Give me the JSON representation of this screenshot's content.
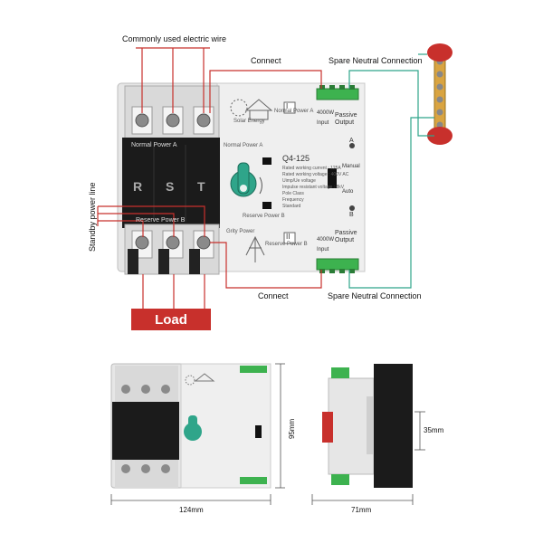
{
  "annotations": {
    "wire": "Commonly used electric wire",
    "connect_top": "Connect",
    "spare_top": "Spare Neutral Connection",
    "standby": "Standby power line",
    "connect_bottom": "Connect",
    "spare_bottom": "Spare Neutral Connection",
    "load": "Load"
  },
  "device": {
    "model": "Q4-125",
    "phases": [
      "R",
      "S",
      "T"
    ],
    "normal_power": "Normal Power A",
    "reserve_power": "Reserve Power B",
    "solar_energy": "Solar Energy",
    "grid_power": "Grity Power",
    "roman_one": "I",
    "roman_two": "II",
    "rating": "4000W",
    "input": "Input",
    "passive_output": "Passive Output",
    "switch_a": "A",
    "switch_b": "B",
    "manual": "Manual",
    "auto": "Auto",
    "spec_lines": [
      "Rated working current : 125A",
      "Rated working voltage : 400V AC",
      "Uimp/Ue voltage",
      "Impulse resistant voltage : 8kV",
      "Pole Class",
      "Frequency",
      "Standard"
    ]
  },
  "dimensions": {
    "height": "95mm",
    "width": "124mm",
    "depth": "71mm",
    "side": "35mm"
  },
  "colors": {
    "accent_red": "#c8302c",
    "teal": "#2fa58a",
    "terminal_green": "#3db24f",
    "body_black": "#1b1b1b",
    "body_gray": "#e8e8e8"
  }
}
